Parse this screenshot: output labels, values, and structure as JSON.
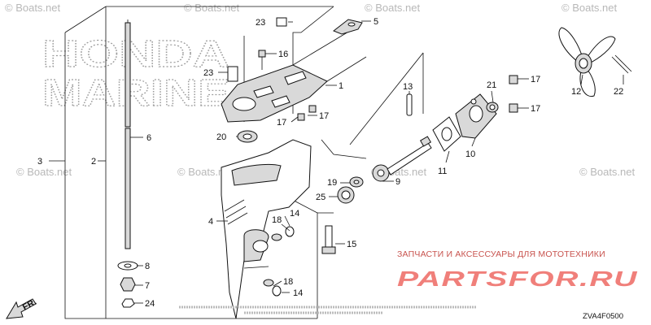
{
  "watermark": {
    "site": "© Boats.net"
  },
  "brand": {
    "line1": "HONDA",
    "line2": "MARINE"
  },
  "labels": {
    "c1": "1",
    "c2": "2",
    "c3": "3",
    "c4": "4",
    "c5": "5",
    "c6": "6",
    "c7": "7",
    "c8": "8",
    "c9": "9",
    "c10": "10",
    "c11": "11",
    "c12": "12",
    "c13": "13",
    "c14a": "14",
    "c14b": "14",
    "c15": "15",
    "c16": "16",
    "c17a": "17",
    "c17b": "17",
    "c17c": "17",
    "c17d": "17",
    "c18a": "18",
    "c18b": "18",
    "c19": "19",
    "c20": "20",
    "c21": "21",
    "c22": "22",
    "c23a": "23",
    "c23b": "23",
    "c24": "24",
    "c25": "25"
  },
  "direction": {
    "label": "FR."
  },
  "ad": {
    "tagline": "ЗАПЧАСТИ И АКСЕССУАРЫ ДЛЯ МОТОТЕХНИКИ",
    "logo": "PARTSFOR.RU"
  },
  "diagram_code": "ZVA4F0500"
}
